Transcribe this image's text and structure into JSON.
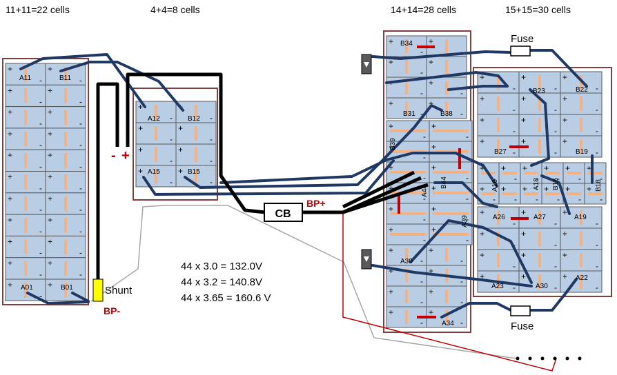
{
  "headers": {
    "g1": "11+11=22 cells",
    "g2": "4+4=8 cells",
    "g3": "14+14=28 cells",
    "g4": "15+15=30 cells"
  },
  "components": {
    "cb": "CB",
    "bp_plus": "BP+",
    "bp_minus": "BP-",
    "shunt": "Shunt",
    "fuse_top": "Fuse",
    "fuse_bottom": "Fuse",
    "minus_sign": "-",
    "plus_sign": "+"
  },
  "voltage_calcs": [
    "44 x 3.0   = 132.0V",
    "44 x 3.2   = 140.8V",
    "44 x 3.65 = 160.6 V"
  ],
  "cell_labels": {
    "a11": "A11",
    "b11": "B11",
    "a01": "A01",
    "b01": "B01",
    "a12": "A12",
    "b12": "B12",
    "a15": "A15",
    "b15": "B15",
    "b34": "B34",
    "b31": "B31",
    "b38": "B38",
    "b39": "B39",
    "a44": "A44",
    "b44": "B44",
    "a39": "A39",
    "a30_mid": "A30",
    "a34": "A34",
    "b23": "B23",
    "b22": "B22",
    "b27": "B27",
    "b19": "B19",
    "a16": "A16",
    "a18": "A18",
    "b16": "B16",
    "b18": "B18",
    "a26": "A26",
    "a27": "A27",
    "a19": "A19",
    "a23": "A23",
    "a30": "A30",
    "a22": "A22"
  },
  "colors": {
    "cell_fill": "#b9cde5",
    "cell_border": "#595959",
    "busbar": "#f4b183",
    "interconnect": "#1f3864",
    "main_cable": "#000000",
    "enclosure": "#7f3f3f",
    "accent_red": "#c00000",
    "shunt": "#ffff00",
    "sense_wire_red": "#c00000",
    "sense_wire_grey": "#a6a6a6"
  }
}
